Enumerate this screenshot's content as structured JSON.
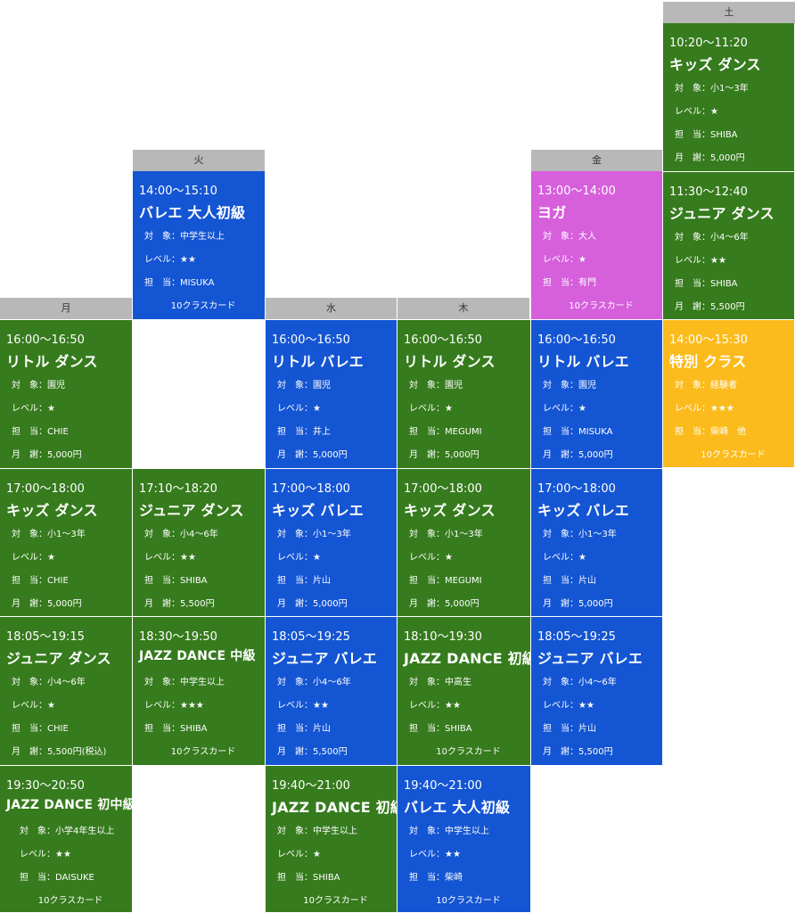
{
  "days": [
    {
      "key": "mon",
      "label": "月"
    },
    {
      "key": "tue",
      "label": "火"
    },
    {
      "key": "wed",
      "label": "水"
    },
    {
      "key": "thu",
      "label": "木"
    },
    {
      "key": "fri",
      "label": "金"
    },
    {
      "key": "sat",
      "label": "土"
    }
  ],
  "colors": {
    "kids_dance": "#367b1d",
    "ballet": "#1455d3",
    "yoga": "#d65fdc",
    "special": "#fcbb1c",
    "header": "#b8b8b8"
  },
  "classes": {
    "sat1": {
      "time": "10:20〜11:20",
      "name": "キッズ ダンス",
      "target": "対　象：小1〜3年",
      "level": "レベル：★",
      "teacher": "担　当：SHIBA",
      "fee": "月　謝：5,000円"
    },
    "sat2": {
      "time": "11:30〜12:40",
      "name": "ジュニア ダンス",
      "target": "対　象：小4〜6年",
      "level": "レベル：★★",
      "teacher": "担　当：SHIBA",
      "fee": "月　謝：5,500円"
    },
    "sat3": {
      "time": "14:00〜15:30",
      "name": "特別 クラス",
      "target": "対　象：経験者",
      "level": "レベル：★★★",
      "teacher": "担　当：柴崎　他",
      "fee": "10クラスカード"
    },
    "tue1": {
      "time": "14:00〜15:10",
      "name": "バレエ 大人初級",
      "target": "対　象：中学生以上",
      "level": "レベル：★★",
      "teacher": "担　当：MISUKA",
      "fee": "10クラスカード"
    },
    "tue2": {
      "time": "17:10〜18:20",
      "name": "ジュニア ダンス",
      "target": "対　象：小4〜6年",
      "level": "レベル：★★",
      "teacher": "担　当：SHIBA",
      "fee": "月　謝：5,500円"
    },
    "tue3": {
      "time": "18:30〜19:50",
      "name": "JAZZ DANCE 中級",
      "target": "対　象：中学生以上",
      "level": "レベル：★★★",
      "teacher": "担　当：SHIBA",
      "fee": "10クラスカード"
    },
    "fri1": {
      "time": "13:00〜14:00",
      "name": "ヨガ",
      "target": "対　象：大人",
      "level": "レベル：★",
      "teacher": "担　当：有門",
      "fee": "10クラスカード"
    },
    "fri2": {
      "time": "16:00〜16:50",
      "name": "リトル バレエ",
      "target": "対　象：園児",
      "level": "レベル：★",
      "teacher": "担　当：MISUKA",
      "fee": "月　謝：5,000円"
    },
    "fri3": {
      "time": "17:00〜18:00",
      "name": "キッズ バレエ",
      "target": "対　象：小1〜3年",
      "level": "レベル：★",
      "teacher": "担　当：片山",
      "fee": "月　謝：5,000円"
    },
    "fri4": {
      "time": "18:05〜19:25",
      "name": "ジュニア バレエ",
      "target": "対　象：小4〜6年",
      "level": "レベル：★★",
      "teacher": "担　当：片山",
      "fee": "月　謝：5,500円"
    },
    "mon1": {
      "time": "16:00〜16:50",
      "name": "リトル ダンス",
      "target": "対　象：園児",
      "level": "レベル：★",
      "teacher": "担　当：CHIE",
      "fee": "月　謝：5,000円"
    },
    "mon2": {
      "time": "17:00〜18:00",
      "name": "キッズ ダンス",
      "target": "対　象：小1〜3年",
      "level": "レベル：★",
      "teacher": "担　当：CHIE",
      "fee": "月　謝：5,000円"
    },
    "mon3": {
      "time": "18:05〜19:15",
      "name": "ジュニア ダンス",
      "target": "対　象：小4〜6年",
      "level": "レベル：★",
      "teacher": "担　当：CHIE",
      "fee": "月　謝：5,500円(税込)"
    },
    "mon4": {
      "time": "19:30〜20:50",
      "name": "JAZZ DANCE 初中級",
      "target": "対　象：小学4年生以上",
      "level": "レベル：★★",
      "teacher": "担　当：DAISUKE",
      "fee": "10クラスカード"
    },
    "wed1": {
      "time": "16:00〜16:50",
      "name": "リトル バレエ",
      "target": "対　象：園児",
      "level": "レベル：★",
      "teacher": "担　当：井上",
      "fee": "月　謝：5,000円"
    },
    "wed2": {
      "time": "17:00〜18:00",
      "name": "キッズ バレエ",
      "target": "対　象：小1〜3年",
      "level": "レベル：★",
      "teacher": "担　当：片山",
      "fee": "月　謝：5,000円"
    },
    "wed3": {
      "time": "18:05〜19:25",
      "name": "ジュニア バレエ",
      "target": "対　象：小4〜6年",
      "level": "レベル：★★",
      "teacher": "担　当：片山",
      "fee": "月　謝：5,500円"
    },
    "wed4": {
      "time": "19:40〜21:00",
      "name": "JAZZ DANCE 初級",
      "target": "対　象：中学生以上",
      "level": "レベル：★",
      "teacher": "担　当：SHIBA",
      "fee": "10クラスカード"
    },
    "thu1": {
      "time": "16:00〜16:50",
      "name": "リトル ダンス",
      "target": "対　象：園児",
      "level": "レベル：★",
      "teacher": "担　当：MEGUMI",
      "fee": "月　謝：5,000円"
    },
    "thu2": {
      "time": "17:00〜18:00",
      "name": "キッズ ダンス",
      "target": "対　象：小1〜3年",
      "level": "レベル：★",
      "teacher": "担　当：MEGUMI",
      "fee": "月　謝：5,000円"
    },
    "thu3": {
      "time": "18:10〜19:30",
      "name": "JAZZ DANCE 初級",
      "target": "対　象：中高生",
      "level": "レベル：★★",
      "teacher": "担　当：SHIBA",
      "fee": "10クラスカード"
    },
    "thu4": {
      "time": "19:40〜21:00",
      "name": "バレエ 大人初級",
      "target": "対　象：中学生以上",
      "level": "レベル：★★",
      "teacher": "担　当：柴崎",
      "fee": "10クラスカード"
    }
  }
}
